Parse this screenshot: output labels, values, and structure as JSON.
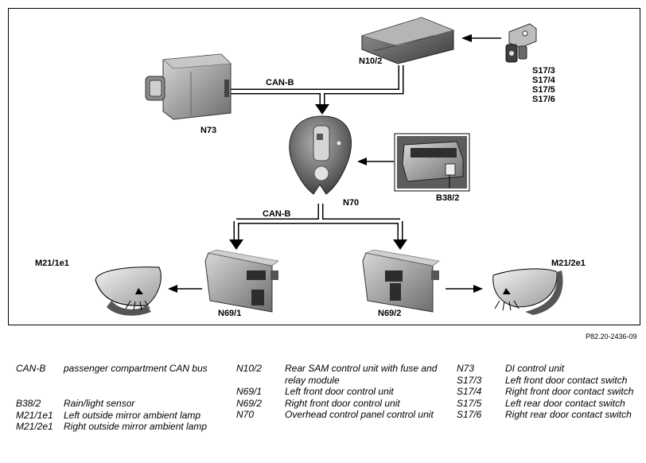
{
  "diagram": {
    "labels": {
      "can_top": "CAN-B",
      "can_mid": "CAN-B",
      "n73": "N73",
      "n10_2": "N10/2",
      "n70": "N70",
      "b38_2": "B38/2",
      "n69_1": "N69/1",
      "n69_2": "N69/2",
      "m21_1e1": "M21/1e1",
      "m21_2e1": "M21/2e1",
      "switches": [
        "S17/3",
        "S17/4",
        "S17/5",
        "S17/6"
      ]
    },
    "reference": "P82.20-2436-09"
  },
  "legend": {
    "col1": [
      {
        "code": "CAN-B",
        "desc": "passenger compartment CAN bus"
      },
      {
        "code": "B38/2",
        "desc": "Rain/light sensor"
      },
      {
        "code": "M21/1e1",
        "desc": "Left outside mirror ambient lamp"
      },
      {
        "code": "M21/2e1",
        "desc": "Right outside mirror ambient lamp"
      }
    ],
    "col2": [
      {
        "code": "N10/2",
        "desc": "Rear SAM control unit with fuse and relay module"
      },
      {
        "code": "N69/1",
        "desc": "Left front door control unit"
      },
      {
        "code": "N69/2",
        "desc": "Right front door control unit"
      },
      {
        "code": "N70",
        "desc": "Overhead control panel control unit"
      }
    ],
    "col3": [
      {
        "code": "N73",
        "desc": "DI control unit"
      },
      {
        "code": "S17/3",
        "desc": "Left front door contact switch"
      },
      {
        "code": "S17/4",
        "desc": "Right front door contact switch"
      },
      {
        "code": "S17/5",
        "desc": "Left rear door contact switch"
      },
      {
        "code": "S17/6",
        "desc": "Right rear door contact switch"
      }
    ]
  }
}
